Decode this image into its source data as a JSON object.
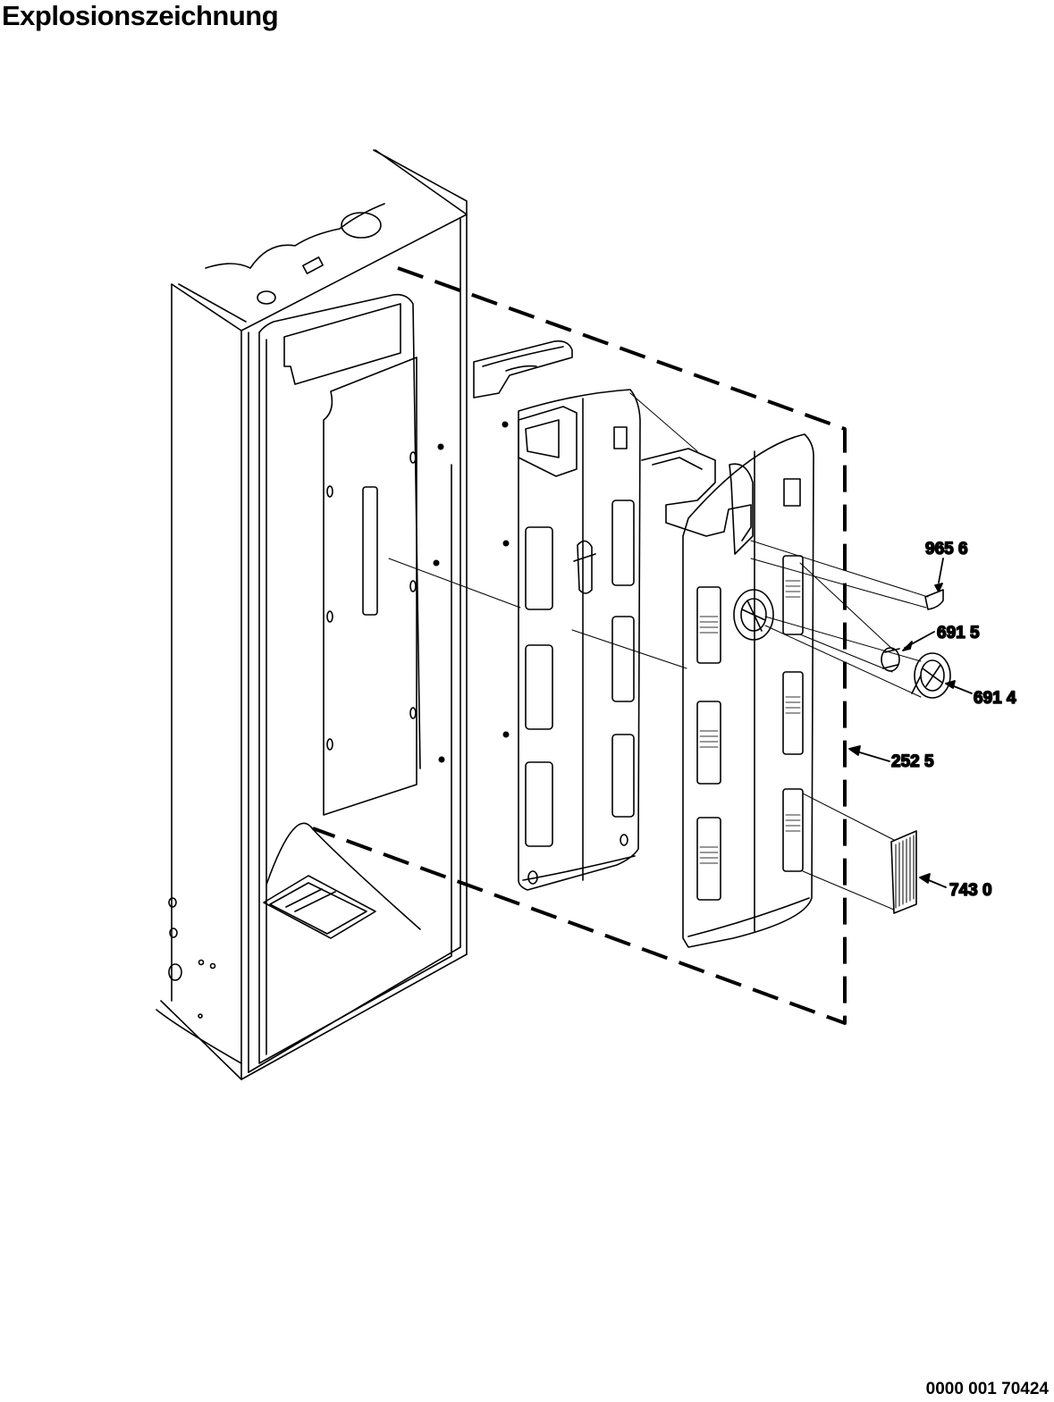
{
  "page_title": "Explosionszeichnung",
  "parts": [
    {
      "id": "965-6",
      "label": "965 6"
    },
    {
      "id": "691-5",
      "label": "691 5"
    },
    {
      "id": "691-4",
      "label": "691 4"
    },
    {
      "id": "252-5",
      "label": "252 5"
    },
    {
      "id": "743-0",
      "label": "743 0"
    }
  ],
  "document_number": "0000 001 70424"
}
